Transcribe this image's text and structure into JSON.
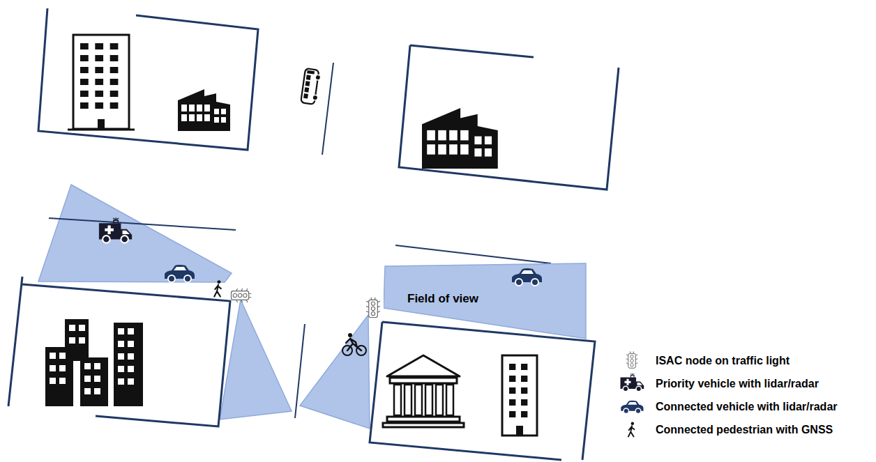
{
  "diagram": {
    "nodes": [
      {
        "text": [
          "Field of view"
        ]
      }
    ],
    "legend": [
      {
        "text": "ISAC node on traffic light"
      },
      {
        "text": "Priority vehicle with lidar/radar"
      },
      {
        "text": "Connected vehicle with lidar/radar"
      },
      {
        "text": "Connected pedestrian with GNSS"
      }
    ]
  }
}
